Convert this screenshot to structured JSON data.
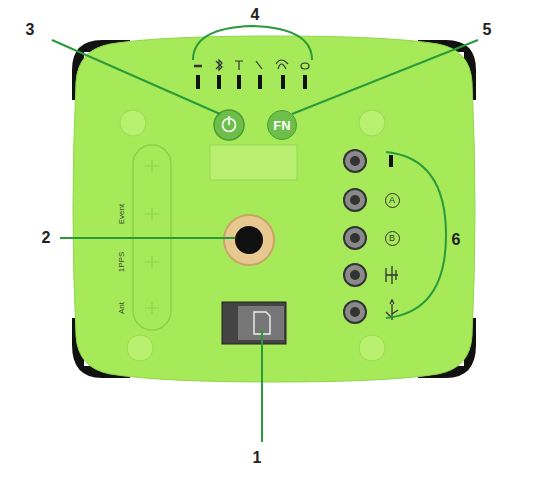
{
  "diagram": {
    "nodes": [
      {
        "text": [
          "FN"
        ]
      },
      {
        "text": [
          "A"
        ]
      },
      {
        "text": [
          "B"
        ]
      }
    ],
    "labels": [
      "3",
      "4",
      "5",
      "2",
      "6",
      "1",
      "Event",
      "1PPS",
      "Ant"
    ]
  }
}
